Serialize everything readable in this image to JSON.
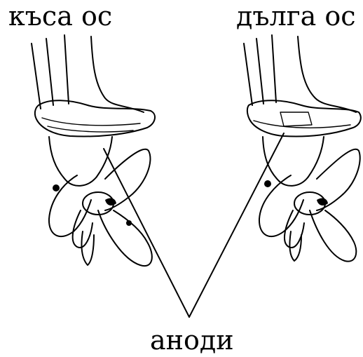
{
  "labels": {
    "short_shaft": "къса ос",
    "long_shaft": "дълга ос",
    "anodes": "аноди"
  },
  "colors": {
    "ink": "#000000",
    "background": "#ffffff"
  }
}
